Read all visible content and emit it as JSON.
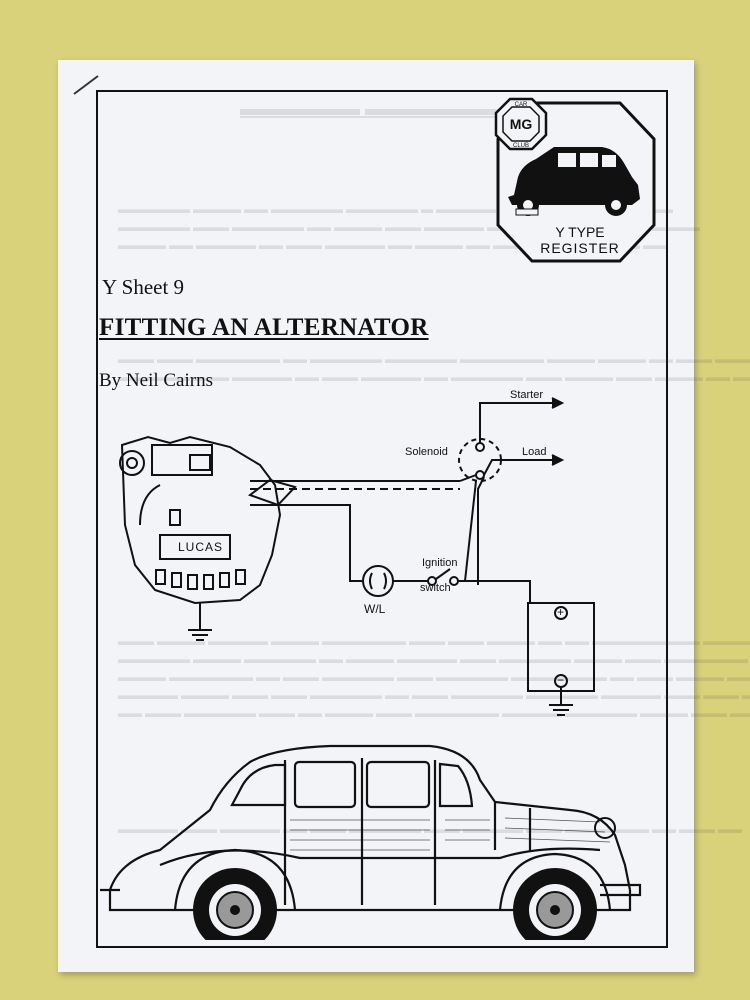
{
  "document": {
    "sheet_label": "Y Sheet 9",
    "title": "FITTING AN ALTERNATOR",
    "author": "By Neil Cairns"
  },
  "logo": {
    "badge_top": "CAR",
    "badge_center": "MG",
    "badge_bottom": "CLUB",
    "line1": "Y TYPE",
    "line2": "REGISTER"
  },
  "diagram": {
    "starter": "Starter",
    "solenoid": "Solenoid",
    "load": "Load",
    "ignition": "Ignition",
    "switch": "switch",
    "warning_light": "W/L",
    "alternator_brand": "LUCAS",
    "plus": "+",
    "minus": "−"
  },
  "colors": {
    "background": "#d9d27a",
    "paper": "#f3f4f8",
    "ink": "#111111"
  }
}
